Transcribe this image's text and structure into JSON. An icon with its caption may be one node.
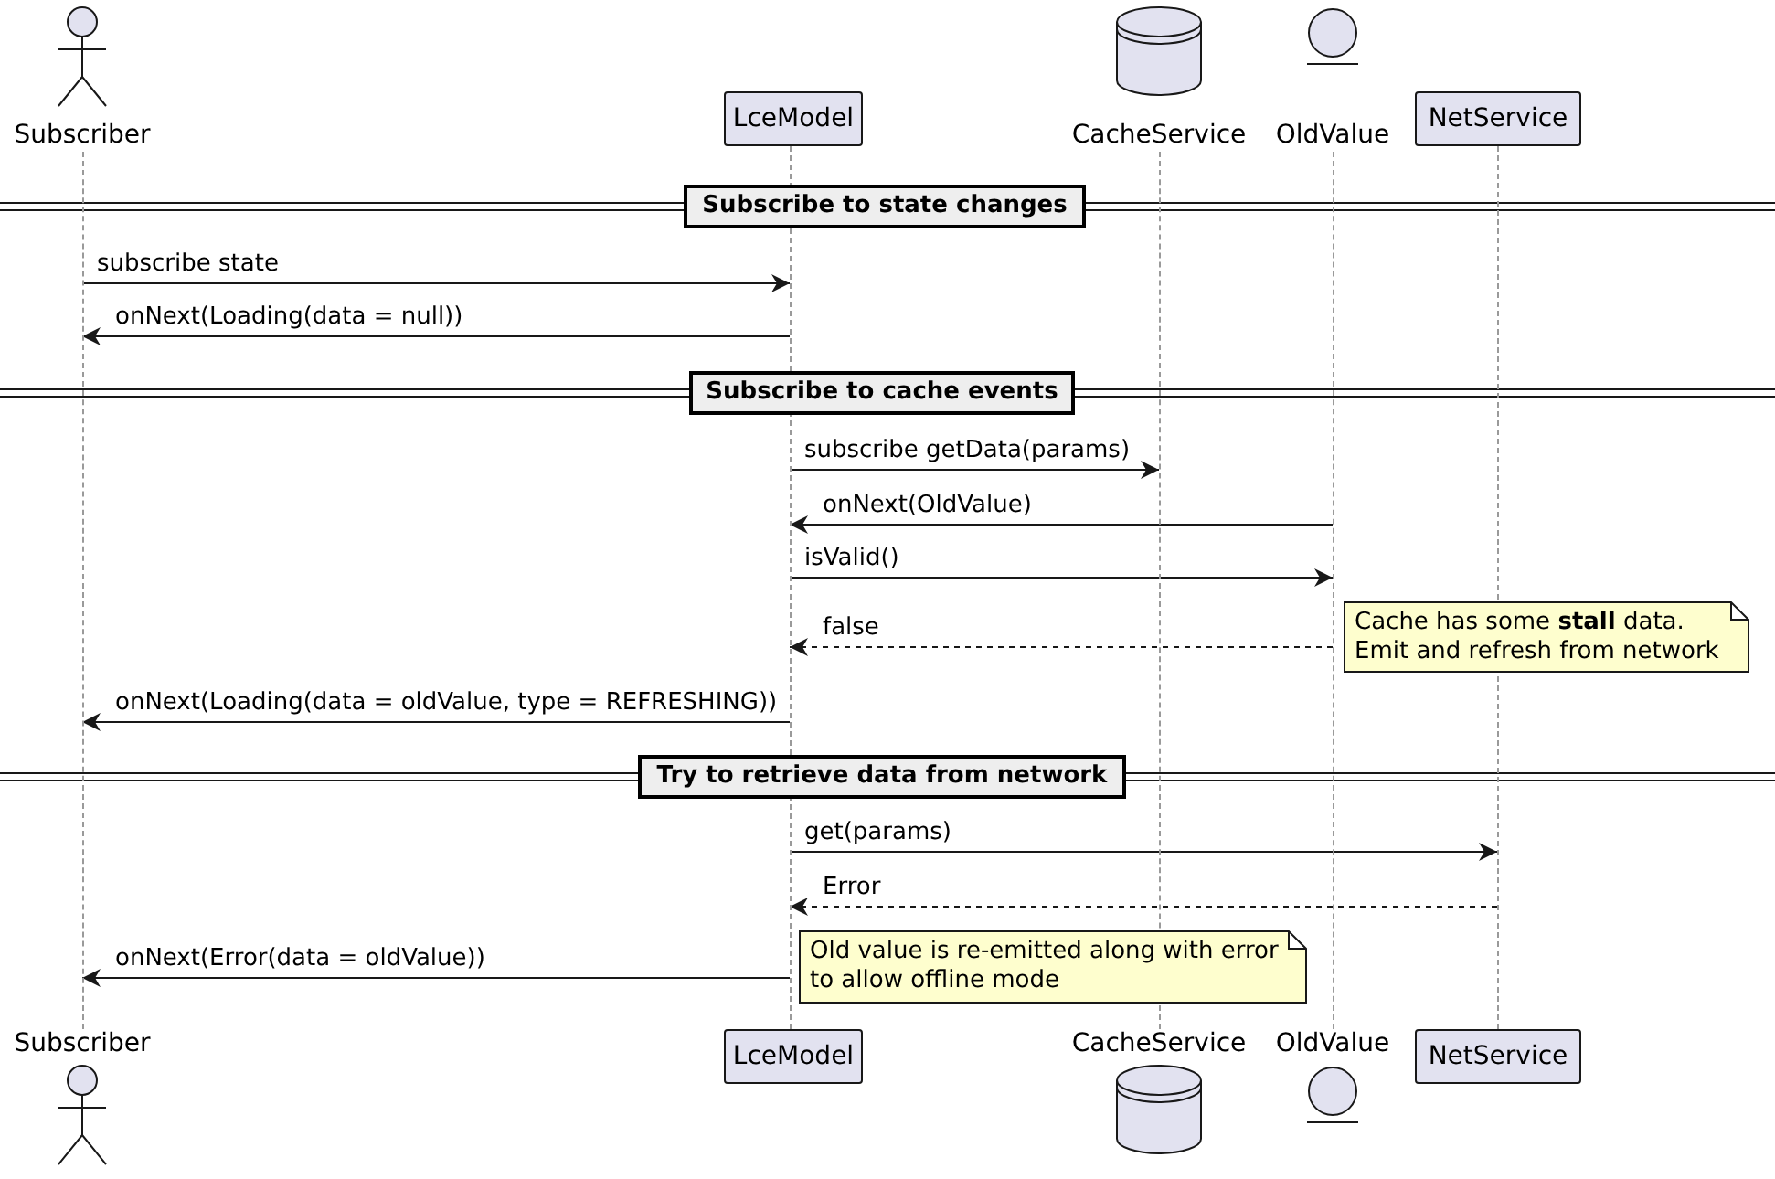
{
  "diagram": {
    "nodes": [
      {
        "text": [
          "Subscriber"
        ]
      },
      {
        "text": [
          "LceModel"
        ]
      },
      {
        "text": [
          "CacheService"
        ]
      },
      {
        "text": [
          "OldValue"
        ]
      },
      {
        "text": [
          "NetService"
        ]
      },
      {
        "text": [
          "Subscribe to state changes"
        ]
      },
      {
        "text": [
          "Subscribe to cache events"
        ]
      },
      {
        "text": [
          "Cache has some **stall** data. Emit and refresh from network"
        ]
      },
      {
        "text": [
          "Try to retrieve data from network"
        ]
      },
      {
        "text": [
          "Old value is re-emitted along with error to allow offline mode"
        ]
      },
      {
        "text": [
          "Subscriber"
        ]
      },
      {
        "text": [
          "LceModel"
        ]
      },
      {
        "text": [
          "CacheService"
        ]
      },
      {
        "text": [
          "OldValue"
        ]
      },
      {
        "text": [
          "NetService"
        ]
      },
      {
        "text": [],
        "shape": "line"
      },
      {
        "text": [],
        "shape": "line"
      },
      {
        "text": [],
        "shape": "line"
      },
      {
        "text": [],
        "shape": "line"
      },
      {
        "text": [],
        "shape": "line"
      }
    ],
    "edges": [
      {
        "from": 15,
        "to": 16,
        "arrow": "to",
        "label": "subscribe state"
      },
      {
        "from": 16,
        "to": 15,
        "arrow": "to",
        "label": "onNext(Loading(data = null))"
      },
      {
        "from": 16,
        "to": 17,
        "arrow": "to",
        "label": "subscribe getData(params)"
      },
      {
        "from": 18,
        "to": 16,
        "arrow": "to",
        "label": "onNext(OldValue)"
      },
      {
        "from": 16,
        "to": 18,
        "arrow": "to",
        "label": "isValid()"
      },
      {
        "from": 18,
        "to": 16,
        "arrow": "to",
        "label": "false",
        "style": "dashed"
      },
      {
        "from": 16,
        "to": 15,
        "arrow": "to",
        "label": "onNext(Loading(data = oldValue, type = REFRESHING))"
      },
      {
        "from": 16,
        "to": 19,
        "arrow": "to",
        "label": "get(params)"
      },
      {
        "from": 19,
        "to": 16,
        "arrow": "to",
        "label": "Error",
        "style": "dashed"
      },
      {
        "from": 16,
        "to": 15,
        "arrow": "to",
        "label": "onNext(Error(data = oldValue))"
      }
    ]
  }
}
